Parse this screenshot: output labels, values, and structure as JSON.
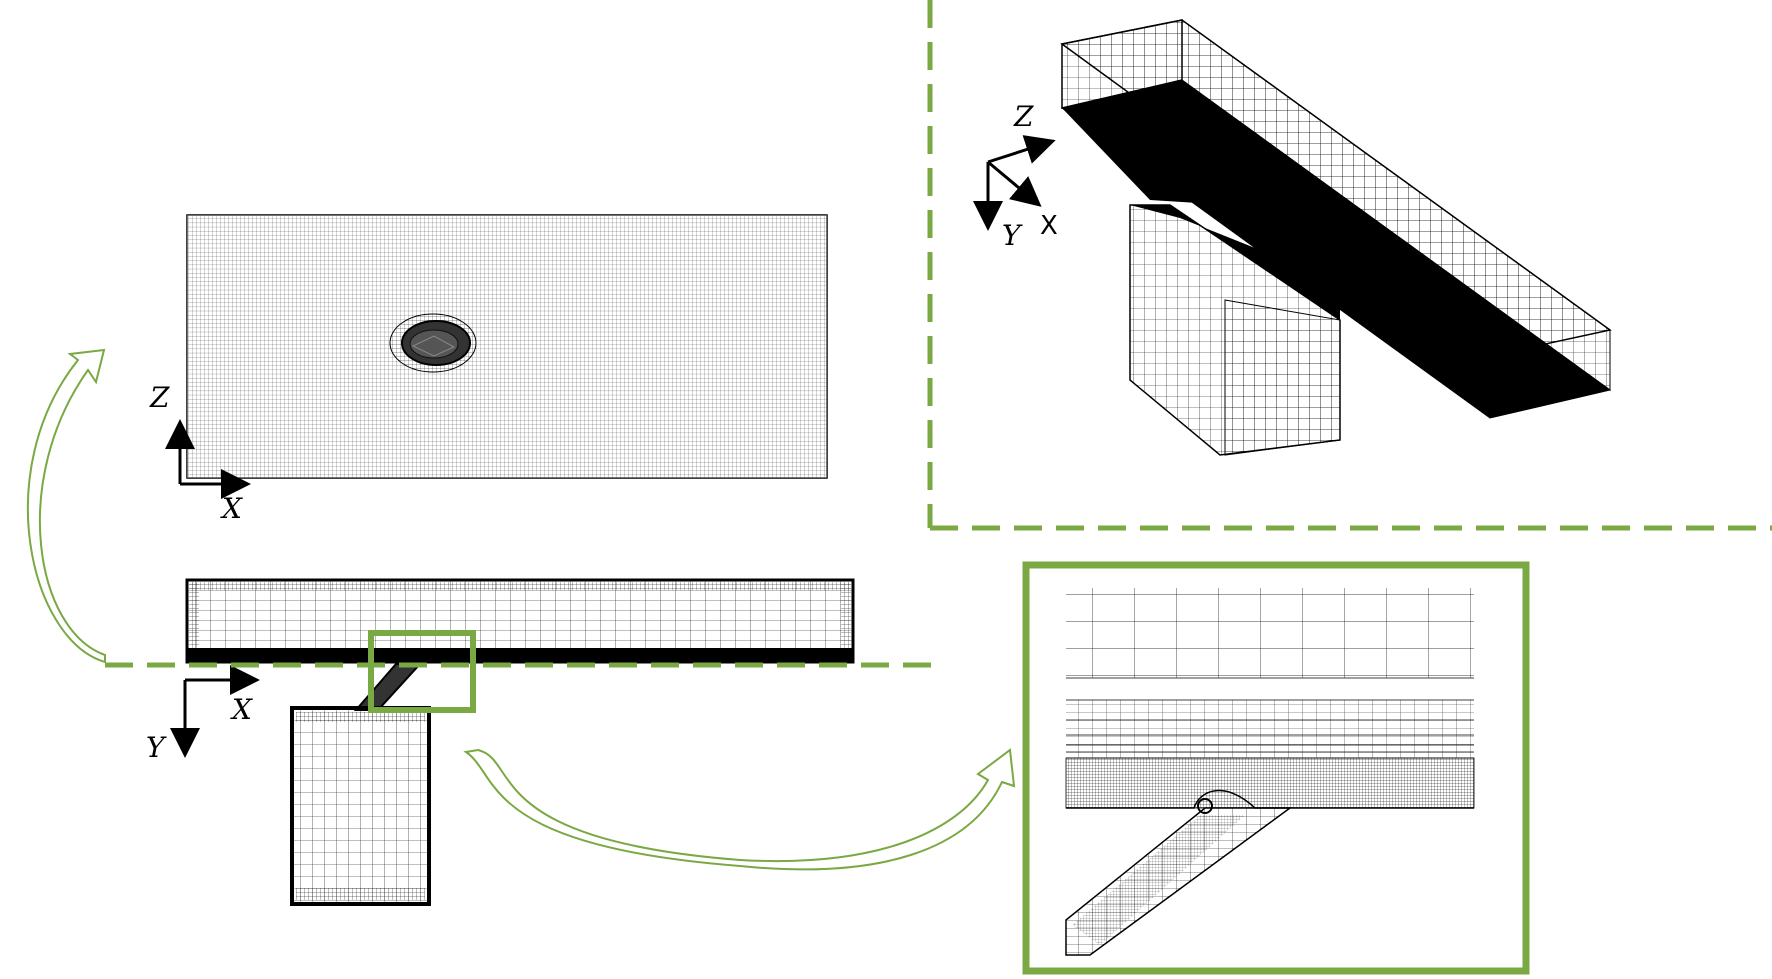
{
  "colors": {
    "accent_green": "#7aa843",
    "mesh_line": "#000000",
    "background": "#ffffff"
  },
  "top_view": {
    "axes": {
      "vertical": "Z",
      "horizontal": "X"
    },
    "mesh_cells": {
      "columns": 140,
      "rows": 56
    }
  },
  "side_view": {
    "axes": {
      "horizontal": "X",
      "vertical": "Y"
    }
  },
  "isometric_view": {
    "axes": {
      "up": "Z",
      "right": "X",
      "down": "Y"
    }
  },
  "detail_view": {
    "zoom_source": "side_view_junction"
  }
}
